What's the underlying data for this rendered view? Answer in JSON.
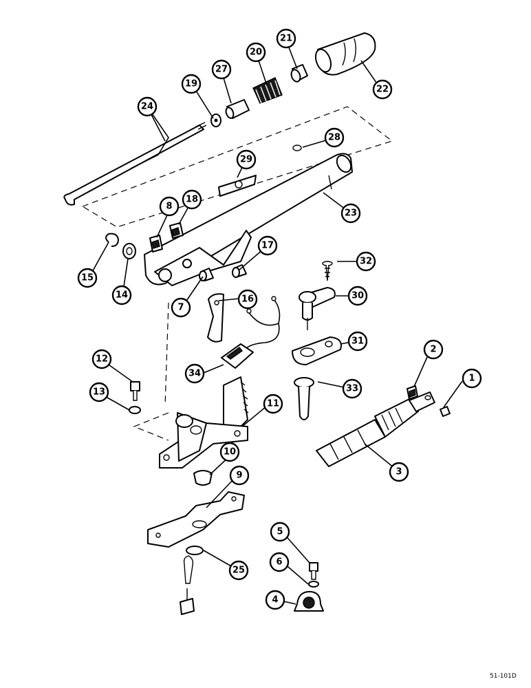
{
  "diagram": {
    "doc_code": "51-101D",
    "callouts": [
      {
        "id": "c1",
        "label": "1"
      },
      {
        "id": "c2",
        "label": "2"
      },
      {
        "id": "c3",
        "label": "3"
      },
      {
        "id": "c4",
        "label": "4"
      },
      {
        "id": "c5",
        "label": "5"
      },
      {
        "id": "c6",
        "label": "6"
      },
      {
        "id": "c7",
        "label": "7"
      },
      {
        "id": "c8",
        "label": "8"
      },
      {
        "id": "c9",
        "label": "9"
      },
      {
        "id": "c10",
        "label": "10"
      },
      {
        "id": "c11",
        "label": "11"
      },
      {
        "id": "c12",
        "label": "12"
      },
      {
        "id": "c13",
        "label": "13"
      },
      {
        "id": "c14",
        "label": "14"
      },
      {
        "id": "c15",
        "label": "15"
      },
      {
        "id": "c16",
        "label": "16"
      },
      {
        "id": "c17",
        "label": "17"
      },
      {
        "id": "c18",
        "label": "18"
      },
      {
        "id": "c19",
        "label": "19"
      },
      {
        "id": "c20",
        "label": "20"
      },
      {
        "id": "c21",
        "label": "21"
      },
      {
        "id": "c22",
        "label": "22"
      },
      {
        "id": "c23",
        "label": "23"
      },
      {
        "id": "c24",
        "label": "24"
      },
      {
        "id": "c25",
        "label": "25"
      },
      {
        "id": "c27",
        "label": "27"
      },
      {
        "id": "c28",
        "label": "28"
      },
      {
        "id": "c29",
        "label": "29"
      },
      {
        "id": "c30",
        "label": "30"
      },
      {
        "id": "c31",
        "label": "31"
      },
      {
        "id": "c32",
        "label": "32"
      },
      {
        "id": "c33",
        "label": "33"
      },
      {
        "id": "c34",
        "label": "34"
      }
    ]
  }
}
